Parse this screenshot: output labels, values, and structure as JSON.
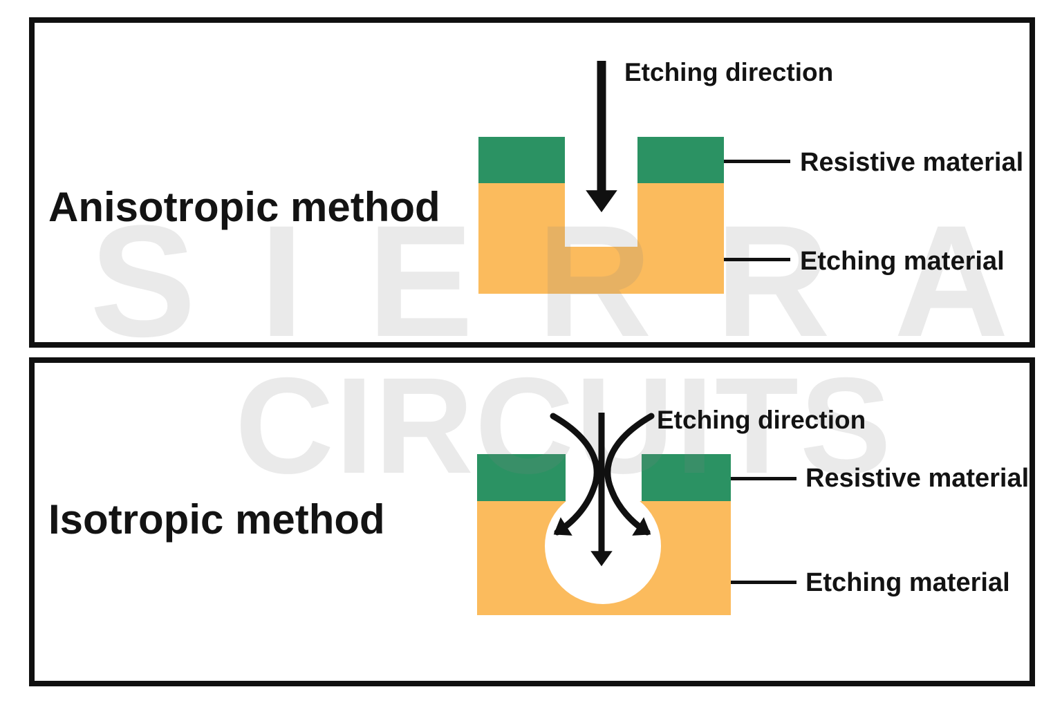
{
  "watermark": {
    "top": "SIERRA",
    "bottom": "CIRCUITS"
  },
  "colors": {
    "resistive": "#2b9263",
    "etching": "#fbbb5d",
    "ink": "#101010",
    "text": "#131313",
    "watermark": "rgba(128,128,128,0.17)"
  },
  "anisotropic": {
    "title": "Anisotropic method",
    "arrow_label": "Etching direction",
    "labels": {
      "resistive": "Resistive material",
      "etching": "Etching material"
    }
  },
  "isotropic": {
    "title": "Isotropic method",
    "arrow_label": "Etching direction",
    "labels": {
      "resistive": "Resistive material",
      "etching": "Etching material"
    }
  }
}
